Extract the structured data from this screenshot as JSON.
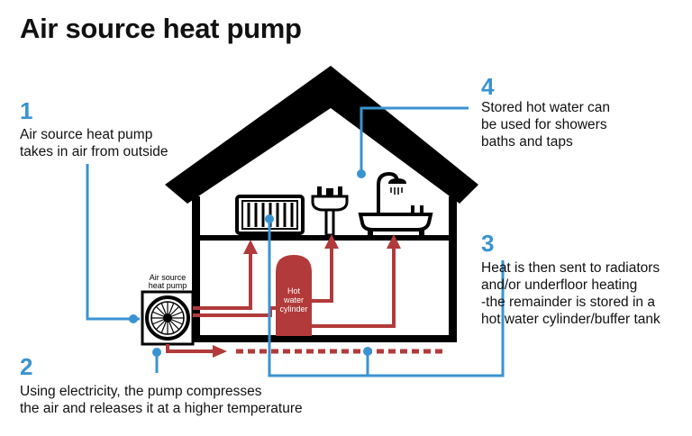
{
  "title": "Air source heat pump",
  "colors": {
    "house": "#000000",
    "heat_flow": "#b23a3a",
    "water_flow": "#3a93d1",
    "cylinder": "#b23a3a"
  },
  "steps": [
    {
      "number": "1",
      "lines": [
        "Air source heat pump",
        "takes in air from outside"
      ]
    },
    {
      "number": "2",
      "lines": [
        "Using electricity, the pump compresses",
        "the air and releases it at a higher temperature"
      ]
    },
    {
      "number": "3",
      "lines": [
        "Heat is then sent to radiators",
        "and/or underfloor heating",
        "-the remainder is stored in a",
        "hot water cylinder/buffer tank"
      ]
    },
    {
      "number": "4",
      "lines": [
        "Stored hot water can",
        "be used for showers",
        "baths and taps"
      ]
    }
  ],
  "pump_label": [
    "Air source",
    "heat pump"
  ],
  "cylinder_label": [
    "Hot",
    "water",
    "cylinder"
  ],
  "icons": [
    "house-icon",
    "fan-icon",
    "radiator-icon",
    "sink-icon",
    "bath-icon",
    "shower-icon",
    "hot-water-cylinder-icon"
  ]
}
